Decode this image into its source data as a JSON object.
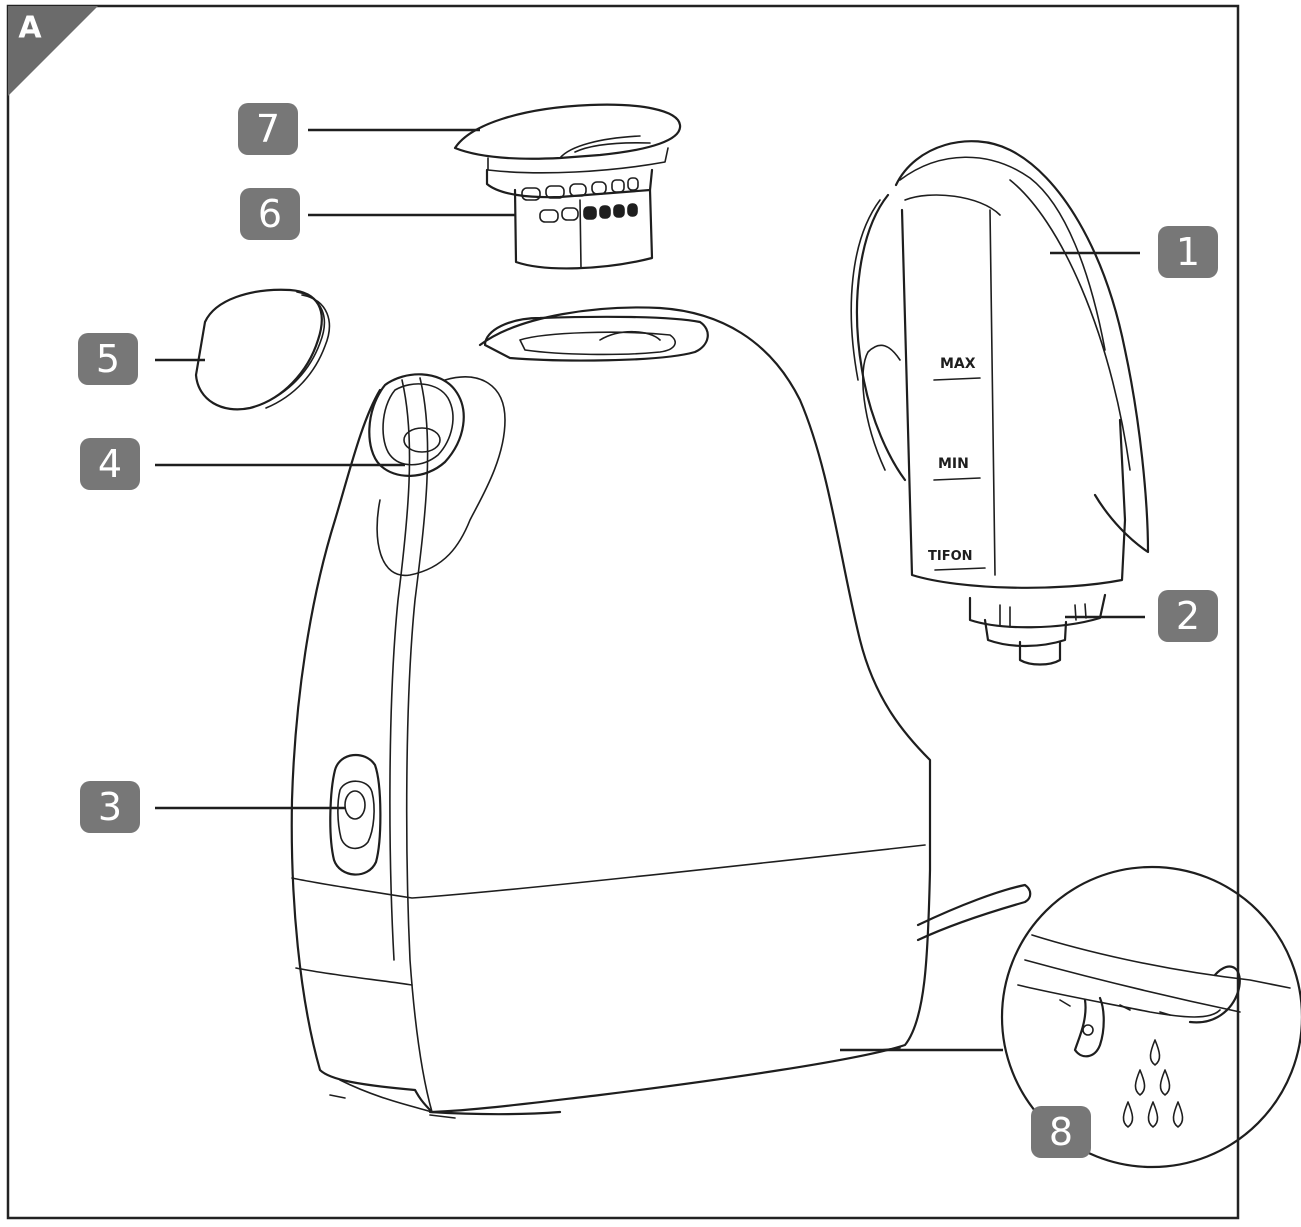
{
  "figure": {
    "panel_label": "A",
    "callouts": [
      "7",
      "6",
      "5",
      "4",
      "3",
      "1",
      "2",
      "8"
    ],
    "water_tank_markings": [
      "MAX",
      "MIN"
    ],
    "water_tank_brand": "TIFON"
  },
  "colors": {
    "badge_fill": "#777777",
    "badge_text": "#ffffff",
    "corner_tab": "#6b6b6b",
    "line_art": "#1e1e1e",
    "frame": "#222222"
  }
}
